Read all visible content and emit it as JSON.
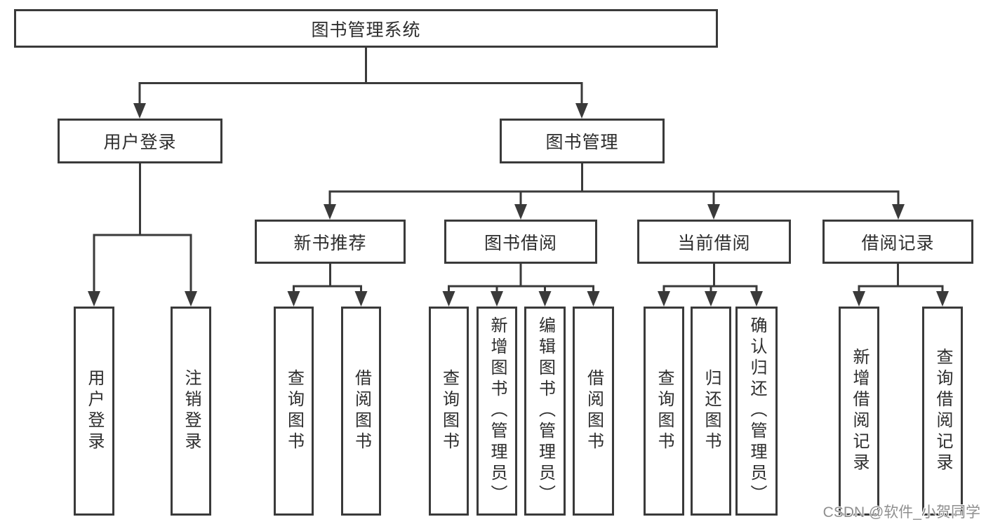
{
  "diagram": {
    "root": {
      "label": "图书管理系统"
    },
    "level2": {
      "user_login": "用户登录",
      "book_mgmt": "图书管理"
    },
    "level3": {
      "new_books": "新书推荐",
      "book_borrow": "图书借阅",
      "current_borrow": "当前借阅",
      "borrow_records": "借阅记录"
    },
    "leaves": {
      "user_login": "用户登录",
      "logout": "注销登录",
      "nb_query": "查询图书",
      "nb_borrow": "借阅图书",
      "bb_query": "查询图书",
      "bb_add": "新增图书（管理员）",
      "bb_edit": "编辑图书（管理员）",
      "bb_borrow": "借阅图书",
      "cb_query": "查询图书",
      "cb_return": "归还图书",
      "cb_confirm": "确认归还（管理员）",
      "br_add": "新增借阅记录",
      "br_query": "查询借阅记录"
    }
  },
  "watermark": "CSDN @软件_小贺同学",
  "colors": {
    "line": "#3a3a3a",
    "text": "#2d2d2d",
    "background": "#ffffff",
    "watermark_text": "#8f8f8f"
  }
}
